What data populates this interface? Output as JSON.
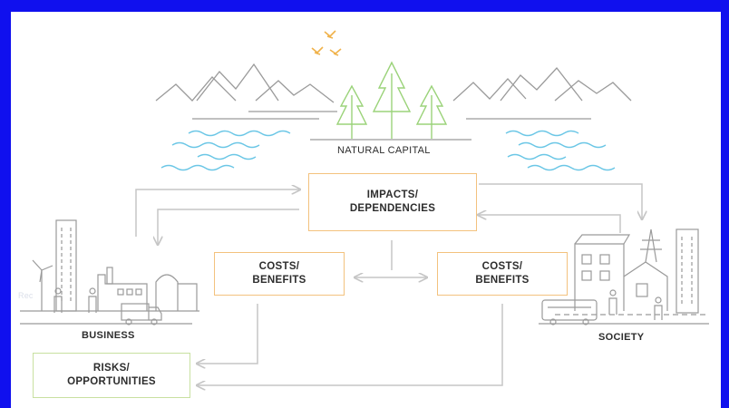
{
  "diagram": {
    "natural_capital_label": "NATURAL CAPITAL",
    "impacts_box": "IMPACTS/\nDEPENDENCIES",
    "costs_left_box": "COSTS/\nBENEFITS",
    "costs_right_box": "COSTS/\nBENEFITS",
    "risks_box": "RISKS/\nOPPORTUNITIES",
    "business_label": "BUSINESS",
    "society_label": "SOCIETY",
    "watermark": "Rec"
  },
  "colors": {
    "frame": "#1010ee",
    "line_art": "#9a9a9a",
    "arrow": "#c6c6c6",
    "water": "#6cc7e6",
    "trees": "#9bd37a",
    "birds": "#f0b24a",
    "orange_border": "#f3c27e",
    "green_border": "#c8e0a0"
  },
  "icons": [
    "bird-icon",
    "mountain-icon",
    "tree-icon",
    "water-waves-icon",
    "wind-turbine-icon",
    "factory-icon",
    "truck-icon",
    "bus-icon",
    "house-icon",
    "power-pylon-icon",
    "person-icon"
  ]
}
